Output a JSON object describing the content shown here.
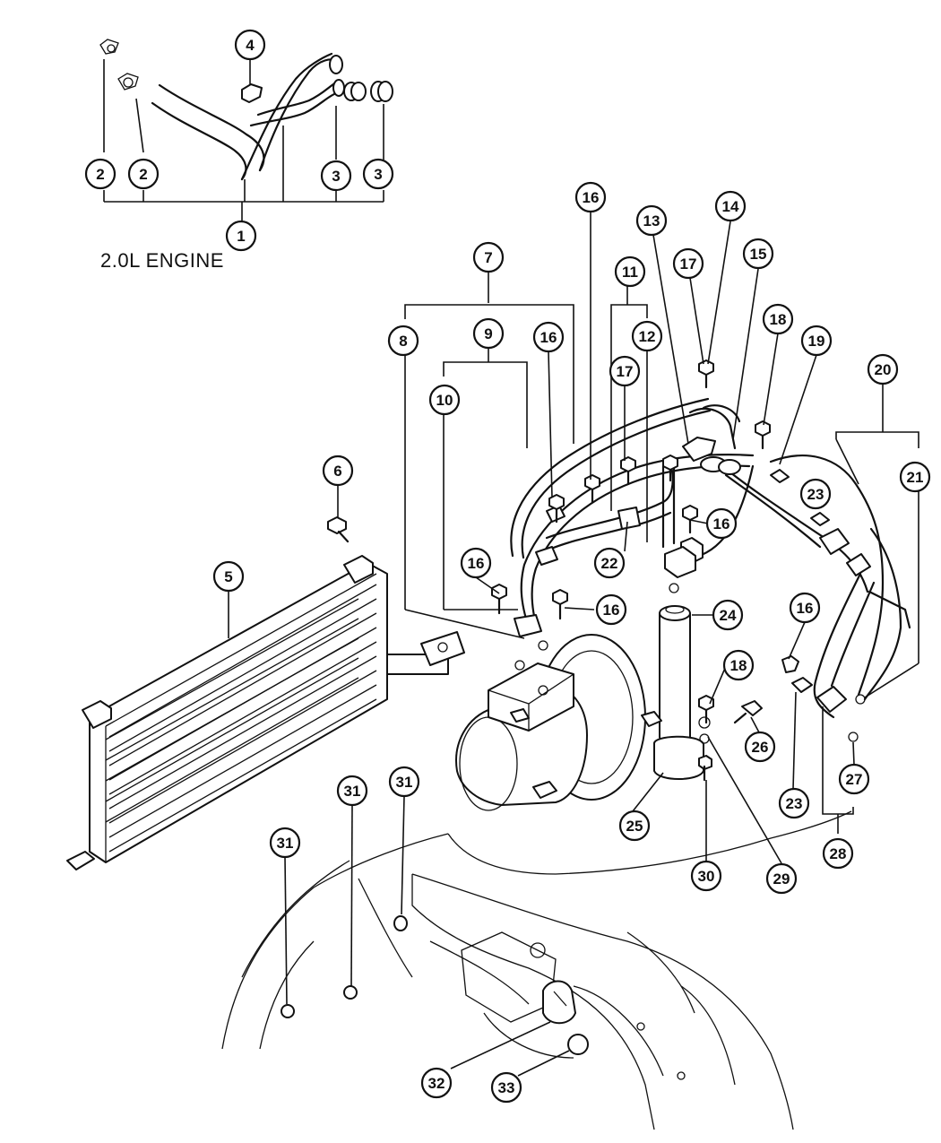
{
  "diagram": {
    "engine_label": "2.0L ENGINE",
    "callouts": [
      "1",
      "2",
      "2",
      "3",
      "3",
      "4",
      "5",
      "6",
      "7",
      "8",
      "9",
      "10",
      "11",
      "12",
      "13",
      "14",
      "15",
      "16",
      "16",
      "16",
      "16",
      "16",
      "16",
      "17",
      "17",
      "18",
      "18",
      "19",
      "20",
      "21",
      "22",
      "23",
      "23",
      "24",
      "25",
      "26",
      "27",
      "28",
      "29",
      "30",
      "31",
      "31",
      "31",
      "32",
      "33"
    ]
  }
}
